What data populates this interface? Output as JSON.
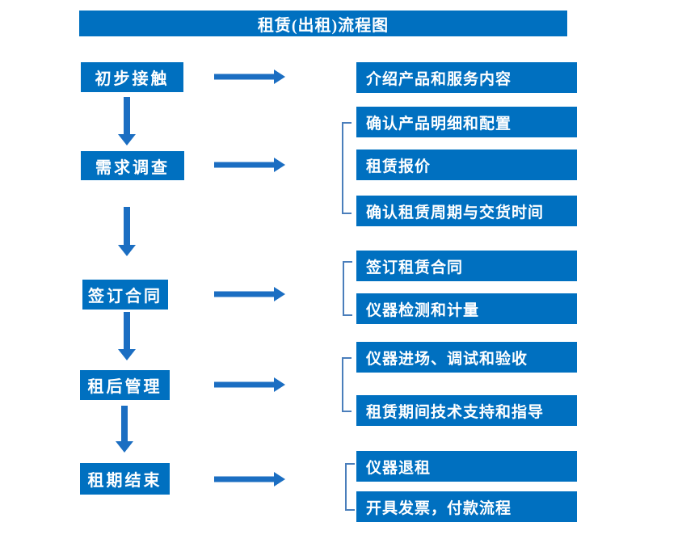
{
  "title": "租赁(出租)流程图",
  "colors": {
    "box_blue": "#0070c0",
    "arrow_blue": "#1b6ec2",
    "bracket_blue": "#4a7ebb",
    "text_white": "#ffffff"
  },
  "flow": [
    {
      "step": "初步接触",
      "details": [
        "介绍产品和服务内容"
      ]
    },
    {
      "step": "需求调查",
      "details": [
        "确认产品明细和配置",
        "租赁报价",
        "确认租赁周期与交货时间"
      ]
    },
    {
      "step": "签订合同",
      "details": [
        "签订租赁合同",
        "仪器检测和计量"
      ]
    },
    {
      "step": "租后管理",
      "details": [
        "仪器进场、调试和验收",
        "租赁期间技术支持和指导"
      ]
    },
    {
      "step": "租期结束",
      "details": [
        "仪器退租",
        "开具发票，付款流程"
      ]
    }
  ]
}
